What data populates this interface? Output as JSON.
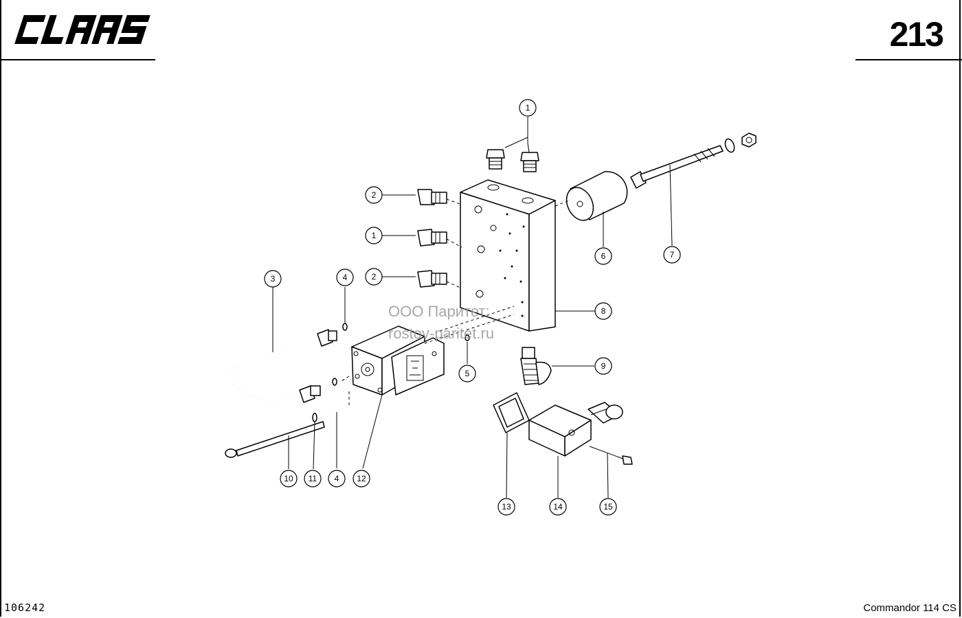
{
  "header": {
    "brand": "CLAAS",
    "page_number": "213"
  },
  "footer": {
    "document_id": "106242",
    "model": "Commandor 114 CS"
  },
  "watermark": {
    "line1": "ООО Паритет:",
    "line2": "rostov-paritet.ru"
  },
  "callouts": {
    "c1a": "1",
    "c1b": "1",
    "c2a": "2",
    "c2b": "2",
    "c3": "3",
    "c4a": "4",
    "c4b": "4",
    "c5": "5",
    "c6": "6",
    "c7": "7",
    "c8": "8",
    "c9": "9",
    "c10": "10",
    "c11": "11",
    "c12": "12",
    "c13": "13",
    "c14": "14",
    "c15": "15"
  }
}
